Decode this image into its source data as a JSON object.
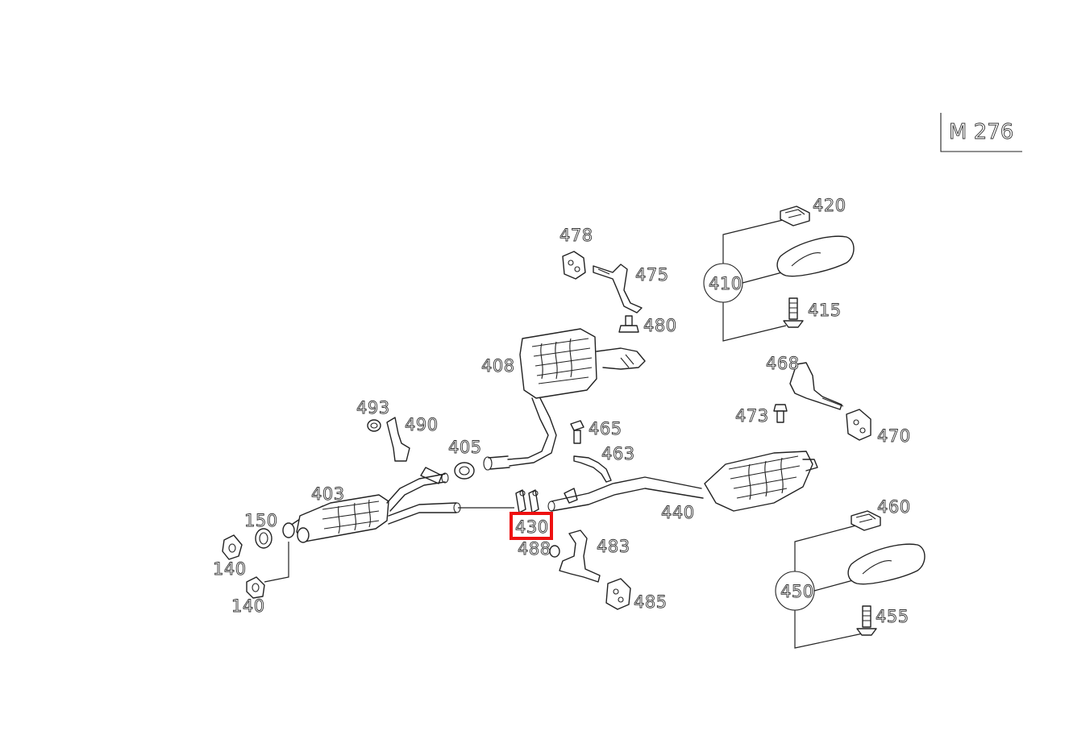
{
  "engine_code": "M 276",
  "highlight": {
    "part": "430",
    "color": "#ee1111"
  },
  "callouts": {
    "p420": "420",
    "p410": "410",
    "p415": "415",
    "p478": "478",
    "p475": "475",
    "p480": "480",
    "p408": "408",
    "p468": "468",
    "p473": "473",
    "p470": "470",
    "p493": "493",
    "p490": "490",
    "p465": "465",
    "p405": "405",
    "p463": "463",
    "p403": "403",
    "p150": "150",
    "p140a": "140",
    "p140b": "140",
    "p430": "430",
    "p488": "488",
    "p483": "483",
    "p440": "440",
    "p460": "460",
    "p450": "450",
    "p455": "455",
    "p485": "485"
  }
}
